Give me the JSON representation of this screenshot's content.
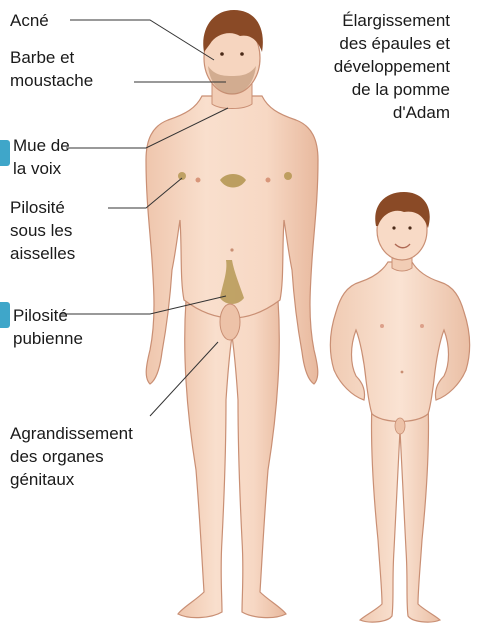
{
  "labels": {
    "acne": "Acné",
    "barbe": [
      "Barbe et",
      "moustache"
    ],
    "mue": [
      "Mue de",
      "la voix"
    ],
    "pilosite_aisselles": [
      "Pilosité",
      "sous les",
      "aisselles"
    ],
    "pilosite_pubienne": [
      "Pilosité",
      "pubienne"
    ],
    "agrandissement": [
      "Agrandissement",
      "des organes",
      "génitaux"
    ],
    "elargissement": [
      "Élargissement",
      "des épaules et",
      "développement",
      "de la pomme",
      "d'Adam"
    ]
  },
  "colors": {
    "skin": "#f7d8c4",
    "skin_shadow": "#e9b89c",
    "outline": "#c98f74",
    "hair": "#8a4a26",
    "body_hair": "#a88a3c",
    "accent_tab": "#3fa6c9",
    "leader_line": "#333333"
  }
}
